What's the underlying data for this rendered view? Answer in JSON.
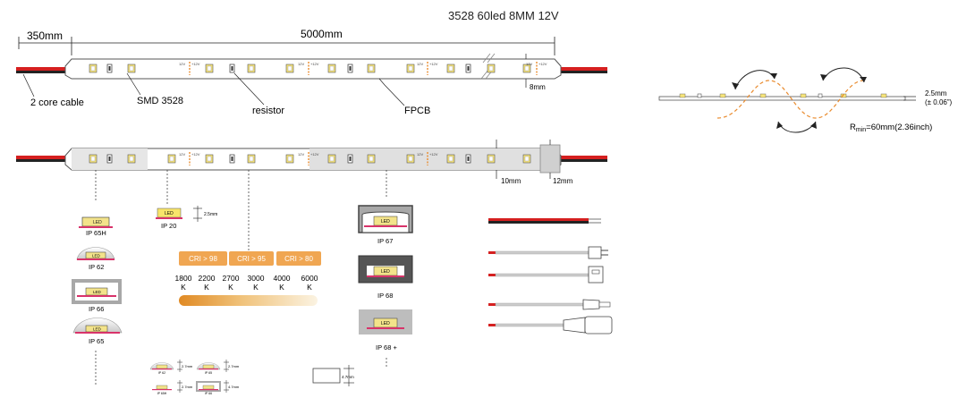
{
  "header": {
    "title": "3528  60led  8MM  12V"
  },
  "dimensions": {
    "cable_length": "350mm",
    "strip_length": "5000mm",
    "width": "8mm",
    "width_full": "10mm",
    "end_cap": "12mm"
  },
  "labels": {
    "two_core_cable": "2 core cable",
    "smd": "SMD 3528",
    "resistor": "resistor",
    "fpcb": "FPCB"
  },
  "strip_marks": {
    "v12": "12V",
    "v12_plus": "+12V",
    "v_plus": "V+"
  },
  "bend": {
    "thickness": "2.5mm",
    "tolerance": "(± 0.06”)",
    "rmin_prefix": "R",
    "rmin_sub": "min",
    "rmin_rest": "=60mm(2.36inch)"
  },
  "ip_left": [
    "IP 65H",
    "IP 62",
    "IP 66",
    "IP 65"
  ],
  "ip20": {
    "label": "IP 20",
    "dim": "2.5mm"
  },
  "ip_right": [
    "IP 67",
    "IP 68",
    "IP 68 +"
  ],
  "led_text": "LED",
  "cri_badges": [
    "CRI > 98",
    "CRI > 95",
    "CRI > 80"
  ],
  "cct": [
    {
      "value": "1800",
      "unit": "K"
    },
    {
      "value": "2200",
      "unit": "K"
    },
    {
      "value": "2700",
      "unit": "K"
    },
    {
      "value": "3000",
      "unit": "K"
    },
    {
      "value": "4000",
      "unit": "K"
    },
    {
      "value": "6000",
      "unit": "K"
    }
  ],
  "mini_profiles": [
    {
      "name": "IP 62",
      "dim": "2.7mm"
    },
    {
      "name": "IP 65",
      "dim": "2.7mm"
    },
    {
      "name": "IP 65H",
      "dim": "2.7mm"
    },
    {
      "name": "IP 66",
      "dim": "4.7mm"
    }
  ],
  "extra_profile_dim": "4.7mm",
  "colors": {
    "accent_orange": "#F0A652",
    "pink": "#D8336A",
    "cable_red": "#D52020",
    "strip_outline": "#555555",
    "profile_gray": "#A8A8A8"
  }
}
